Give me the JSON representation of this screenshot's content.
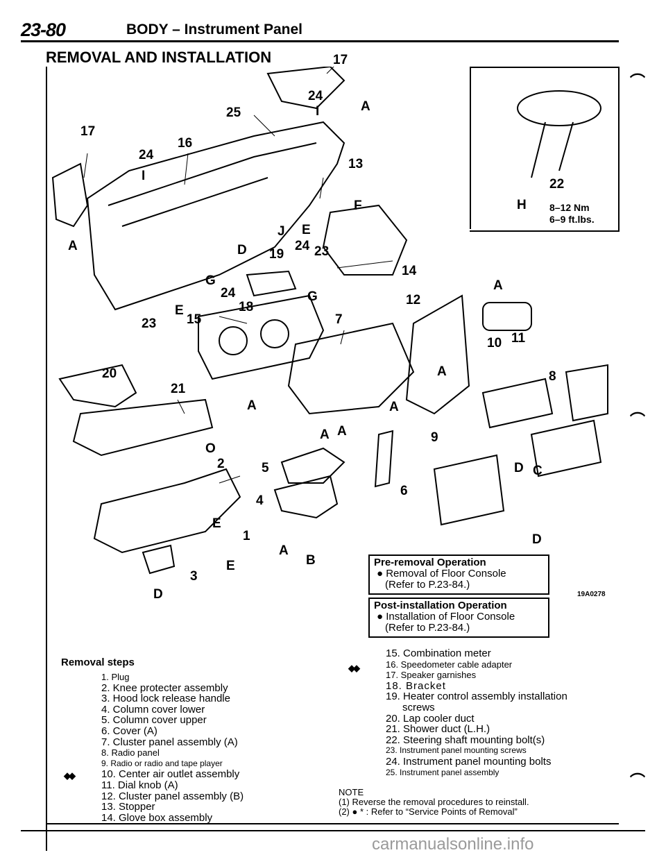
{
  "header": {
    "page_number": "23-80",
    "section_title": "BODY – Instrument Panel"
  },
  "heading": "REMOVAL AND INSTALLATION",
  "figure": {
    "figure_code": "19A0278",
    "callouts": [
      {
        "text": "17"
      },
      {
        "text": "24"
      },
      {
        "text": "I"
      },
      {
        "text": "A"
      },
      {
        "text": "25"
      },
      {
        "text": "17"
      },
      {
        "text": "16"
      },
      {
        "text": "24"
      },
      {
        "text": "I"
      },
      {
        "text": "13"
      },
      {
        "text": "F"
      },
      {
        "text": "A"
      },
      {
        "text": "J"
      },
      {
        "text": "E"
      },
      {
        "text": "D"
      },
      {
        "text": "19"
      },
      {
        "text": "24"
      },
      {
        "text": "23"
      },
      {
        "text": "14"
      },
      {
        "text": "G"
      },
      {
        "text": "24"
      },
      {
        "text": "G"
      },
      {
        "text": "18"
      },
      {
        "text": "E"
      },
      {
        "text": "23"
      },
      {
        "text": "15"
      },
      {
        "text": "7"
      },
      {
        "text": "12"
      },
      {
        "text": "A"
      },
      {
        "text": "10"
      },
      {
        "text": "11"
      },
      {
        "text": "A"
      },
      {
        "text": "20"
      },
      {
        "text": "8"
      },
      {
        "text": "21"
      },
      {
        "text": "A"
      },
      {
        "text": "A"
      },
      {
        "text": "A"
      },
      {
        "text": "A"
      },
      {
        "text": "O"
      },
      {
        "text": "9"
      },
      {
        "text": "2"
      },
      {
        "text": "5"
      },
      {
        "text": "D"
      },
      {
        "text": "C"
      },
      {
        "text": "6"
      },
      {
        "text": "4"
      },
      {
        "text": "E"
      },
      {
        "text": "1"
      },
      {
        "text": "A"
      },
      {
        "text": "B"
      },
      {
        "text": "E"
      },
      {
        "text": "3"
      },
      {
        "text": "D"
      },
      {
        "text": "D"
      },
      {
        "text": "22"
      },
      {
        "text": "H"
      }
    ],
    "torque_line1": "8–12 Nm",
    "torque_line2": "6–9 ft.lbs."
  },
  "pre_removal": {
    "title": "Pre-removal Operation",
    "item": "● Removal of Floor Console",
    "ref": "(Refer to P.23-84.)"
  },
  "post_installation": {
    "title": "Post-installation Operation",
    "item": "● Installation of Floor Console",
    "ref": "(Refer to P.23-84.)"
  },
  "removal_steps": {
    "heading": "Removal steps",
    "diamond_marker": "◆◆",
    "left": [
      "1. Plug",
      "2. Knee protecter assembly",
      "3. Hood lock release handle",
      "4. Column cover lower",
      "5. Column cover upper",
      "6. Cover (A)",
      "7. Cluster panel assembly (A)",
      "8. Radio panel",
      "9. Radio or radio and tape player",
      "10. Center air outlet assembly",
      "11. Dial knob (A)",
      "12. Cluster panel assembly (B)",
      "13. Stopper",
      "14. Glove box assembly"
    ],
    "right": [
      "15. Combination meter",
      "16. Speedometer cable adapter",
      "17. Speaker garnishes",
      "18. Bracket",
      "19. Heater control assembly installation",
      "screws",
      "20. Lap cooler duct",
      "21. Shower duct (L.H.)",
      "22. Steering shaft mounting bolt(s)",
      "23. Instrument panel mounting screws",
      "24. Instrument panel mounting bolts",
      "25. Instrument panel assembly"
    ]
  },
  "notes": {
    "heading": "NOTE",
    "line1": "(1) Reverse the removal procedures to reinstall.",
    "line2": "(2) ● * : Refer to “Service Points of Removal”"
  },
  "footer": {
    "watermark": "carmanualsonline.info"
  }
}
